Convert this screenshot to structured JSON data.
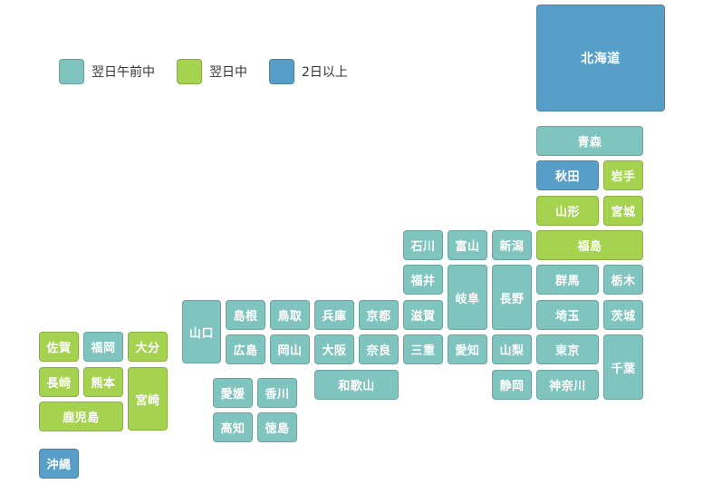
{
  "legend": {
    "morning": {
      "label": "翌日午前中",
      "color": "#7fc4bf"
    },
    "nextday": {
      "label": "翌日中",
      "color": "#a5d24f"
    },
    "later": {
      "label": "2日以上",
      "color": "#579fc9"
    }
  },
  "prefectures": {
    "hokkaido": {
      "name": "北海道",
      "category": "later"
    },
    "aomori": {
      "name": "青森",
      "category": "morning"
    },
    "akita": {
      "name": "秋田",
      "category": "later"
    },
    "iwate": {
      "name": "岩手",
      "category": "nextday"
    },
    "yamagata": {
      "name": "山形",
      "category": "nextday"
    },
    "miyagi": {
      "name": "宮城",
      "category": "nextday"
    },
    "ishikawa": {
      "name": "石川",
      "category": "morning"
    },
    "toyama": {
      "name": "富山",
      "category": "morning"
    },
    "niigata": {
      "name": "新潟",
      "category": "morning"
    },
    "fukushima": {
      "name": "福島",
      "category": "nextday"
    },
    "fukui": {
      "name": "福井",
      "category": "morning"
    },
    "gifu": {
      "name": "岐阜",
      "category": "morning"
    },
    "nagano": {
      "name": "長野",
      "category": "morning"
    },
    "gunma": {
      "name": "群馬",
      "category": "morning"
    },
    "tochigi": {
      "name": "栃木",
      "category": "morning"
    },
    "yamaguchi": {
      "name": "山口",
      "category": "morning"
    },
    "shimane": {
      "name": "島根",
      "category": "morning"
    },
    "tottori": {
      "name": "鳥取",
      "category": "morning"
    },
    "hyogo": {
      "name": "兵庫",
      "category": "morning"
    },
    "kyoto": {
      "name": "京都",
      "category": "morning"
    },
    "shiga": {
      "name": "滋賀",
      "category": "morning"
    },
    "saitama": {
      "name": "埼玉",
      "category": "morning"
    },
    "ibaraki": {
      "name": "茨城",
      "category": "morning"
    },
    "saga": {
      "name": "佐賀",
      "category": "nextday"
    },
    "fukuoka": {
      "name": "福岡",
      "category": "morning"
    },
    "oita": {
      "name": "大分",
      "category": "nextday"
    },
    "hiroshima": {
      "name": "広島",
      "category": "morning"
    },
    "okayama": {
      "name": "岡山",
      "category": "morning"
    },
    "osaka": {
      "name": "大阪",
      "category": "morning"
    },
    "nara": {
      "name": "奈良",
      "category": "morning"
    },
    "mie": {
      "name": "三重",
      "category": "morning"
    },
    "aichi": {
      "name": "愛知",
      "category": "morning"
    },
    "yamanashi": {
      "name": "山梨",
      "category": "morning"
    },
    "tokyo": {
      "name": "東京",
      "category": "morning"
    },
    "chiba": {
      "name": "千葉",
      "category": "morning"
    },
    "nagasaki": {
      "name": "長崎",
      "category": "nextday"
    },
    "kumamoto": {
      "name": "熊本",
      "category": "nextday"
    },
    "miyazaki": {
      "name": "宮崎",
      "category": "nextday"
    },
    "ehime": {
      "name": "愛媛",
      "category": "morning"
    },
    "kagawa": {
      "name": "香川",
      "category": "morning"
    },
    "wakayama": {
      "name": "和歌山",
      "category": "morning"
    },
    "shizuoka": {
      "name": "静岡",
      "category": "morning"
    },
    "kanagawa": {
      "name": "神奈川",
      "category": "morning"
    },
    "kagoshima": {
      "name": "鹿児島",
      "category": "nextday"
    },
    "kochi": {
      "name": "高知",
      "category": "morning"
    },
    "tokushima": {
      "name": "徳島",
      "category": "morning"
    },
    "okinawa": {
      "name": "沖縄",
      "category": "later"
    }
  }
}
